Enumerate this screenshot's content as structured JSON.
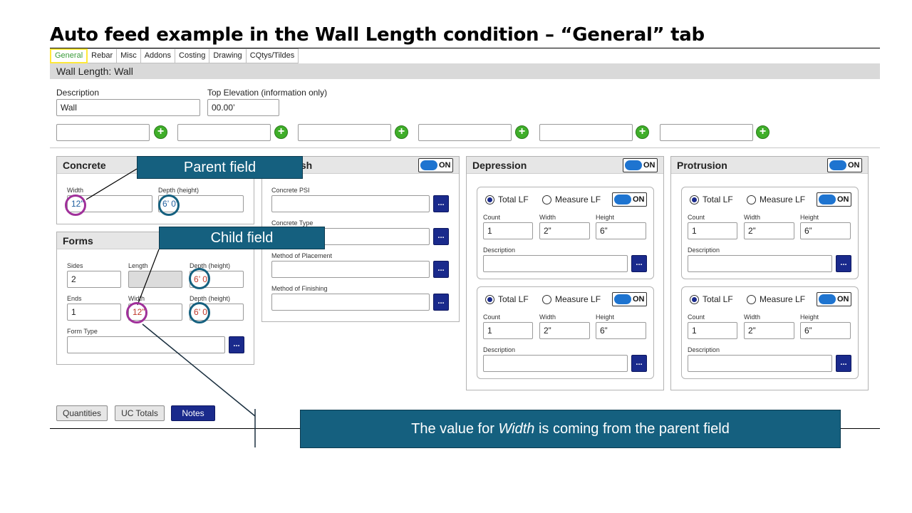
{
  "slide_title": "Auto feed example in the Wall Length condition – “General” tab",
  "tabs": [
    "General",
    "Rebar",
    "Misc",
    "Addons",
    "Costing",
    "Drawing",
    "CQtys/Tildes"
  ],
  "condition_bar": "Wall Length: Wall",
  "description": {
    "label": "Description",
    "value": "Wall"
  },
  "top_elevation": {
    "label": "Top Elevation (information only)",
    "value": "00.00’"
  },
  "concrete": {
    "title": "Concrete",
    "width_label": "Width",
    "width_value": "12”",
    "depth_label": "Depth (height)",
    "depth_value": "6’ 0”"
  },
  "forms": {
    "title": "Forms",
    "sides_label": "Sides",
    "sides_value": "2",
    "length_label": "Length",
    "depth1_label": "Depth (height)",
    "depth1_value": "6’ 0”",
    "ends_label": "Ends",
    "ends_value": "1",
    "width_label": "Width",
    "width_value": "12”",
    "depth2_label": "Depth (height)",
    "depth2_value": "6’ 0”",
    "form_type_label": "Form Type"
  },
  "finish": {
    "title_fragment": "nd Finish",
    "toggle": "ON",
    "psi_label": "Concrete PSI",
    "type_label": "Concrete Type",
    "placement_label": "Method of Placement",
    "finishing_label": "Method of Finishing"
  },
  "depression": {
    "title": "Depression",
    "toggle": "ON",
    "groups": [
      {
        "opt1": "Total LF",
        "opt2": "Measure LF",
        "toggle": "ON",
        "count_label": "Count",
        "count": "1",
        "width_label": "Width",
        "width": "2”",
        "height_label": "Height",
        "height": "6”",
        "desc_label": "Description"
      },
      {
        "opt1": "Total LF",
        "opt2": "Measure LF",
        "toggle": "ON",
        "count_label": "Count",
        "count": "1",
        "width_label": "Width",
        "width": "2”",
        "height_label": "Height",
        "height": "6”",
        "desc_label": "Description"
      }
    ]
  },
  "protrusion": {
    "title": "Protrusion",
    "toggle": "ON",
    "groups": [
      {
        "opt1": "Total LF",
        "opt2": "Measure LF",
        "toggle": "ON",
        "count_label": "Count",
        "count": "1",
        "width_label": "Width",
        "width": "2”",
        "height_label": "Height",
        "height": "6”",
        "desc_label": "Description"
      },
      {
        "opt1": "Total LF",
        "opt2": "Measure LF",
        "toggle": "ON",
        "count_label": "Count",
        "count": "1",
        "width_label": "Width",
        "width": "2”",
        "height_label": "Height",
        "height": "6”",
        "desc_label": "Description"
      }
    ]
  },
  "buttons": {
    "quantities": "Quantities",
    "uc_totals": "UC Totals",
    "notes": "Notes",
    "dots": "..."
  },
  "callouts": {
    "parent": "Parent field",
    "child": "Child field",
    "note_prefix": "The value for ",
    "note_em": "Width",
    "note_suffix": " is coming from the parent field"
  },
  "colors": {
    "callout": "#15607f",
    "ring_purple": "#a0309a",
    "ring_teal": "#15607f",
    "toggle_blue": "#1e74d0",
    "button_navy": "#1a2a8c",
    "plus_green": "#3fae29",
    "active_tab_border": "#ffe83a"
  }
}
